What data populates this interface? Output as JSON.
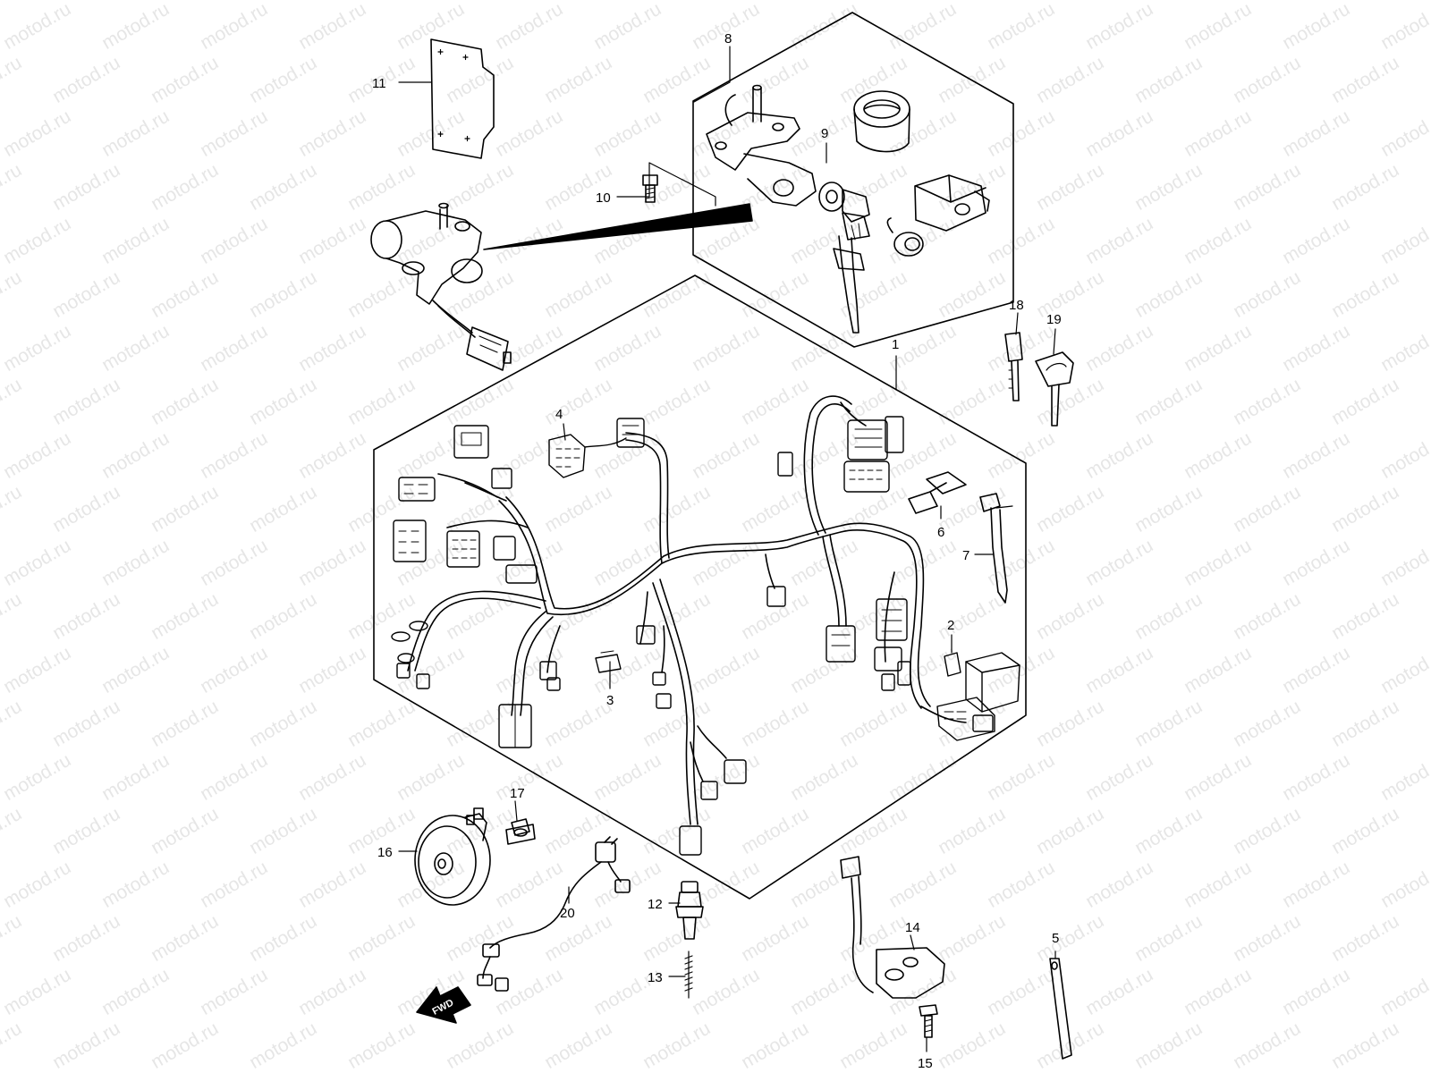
{
  "watermark": {
    "text": "motod.ru",
    "color": "#e6e6e6"
  },
  "fwd_badge": {
    "text": "FWD"
  },
  "callouts": [
    {
      "key": "c1",
      "text": "1"
    },
    {
      "key": "c2",
      "text": "2"
    },
    {
      "key": "c3",
      "text": "3"
    },
    {
      "key": "c4",
      "text": "4"
    },
    {
      "key": "c5",
      "text": "5"
    },
    {
      "key": "c6",
      "text": "6"
    },
    {
      "key": "c7",
      "text": "7"
    },
    {
      "key": "c8",
      "text": "8"
    },
    {
      "key": "c9",
      "text": "9"
    },
    {
      "key": "c10",
      "text": "10"
    },
    {
      "key": "c11",
      "text": "11"
    },
    {
      "key": "c12",
      "text": "12"
    },
    {
      "key": "c13",
      "text": "13"
    },
    {
      "key": "c14",
      "text": "14"
    },
    {
      "key": "c15",
      "text": "15"
    },
    {
      "key": "c16",
      "text": "16"
    },
    {
      "key": "c17",
      "text": "17"
    },
    {
      "key": "c18",
      "text": "18"
    },
    {
      "key": "c19",
      "text": "19"
    },
    {
      "key": "c20",
      "text": "20"
    }
  ]
}
